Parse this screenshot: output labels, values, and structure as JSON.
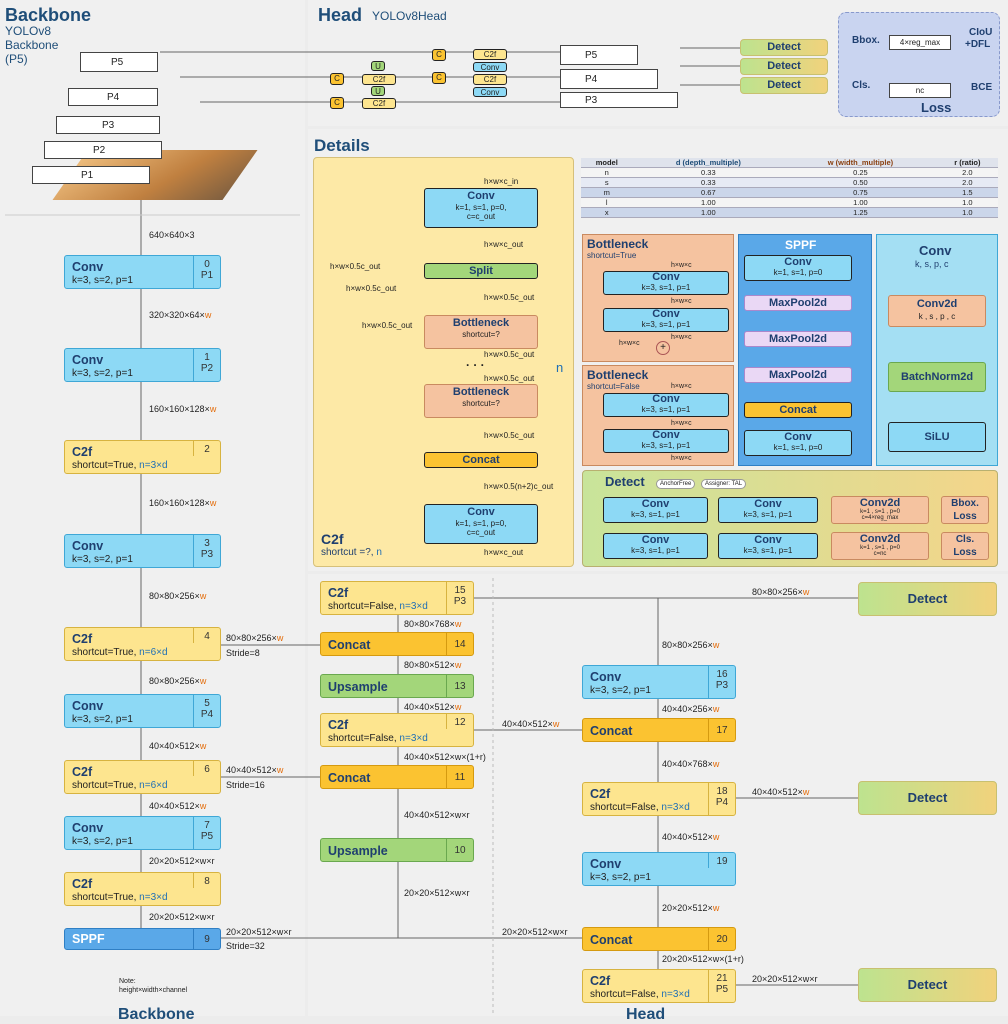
{
  "backbone": {
    "title": "Backbone",
    "sub1": "YOLOv8",
    "sub2": "Backbone",
    "sub3": "(P5)",
    "bottom_title": "Backbone",
    "levels": [
      "P5",
      "P4",
      "P3",
      "P2",
      "P1"
    ],
    "input": "640×640×3",
    "layers": [
      {
        "name": "Conv",
        "params": "k=3, s=2, p=1",
        "idx": "0",
        "p": "P1"
      },
      {
        "name": "Conv",
        "params": "k=3, s=2, p=1",
        "idx": "1",
        "p": "P2"
      },
      {
        "name": "C2f",
        "params": "shortcut=True, ",
        "nparam": "n=3×d",
        "idx": "2",
        "p": ""
      },
      {
        "name": "Conv",
        "params": "k=3, s=2, p=1",
        "idx": "3",
        "p": "P3"
      },
      {
        "name": "C2f",
        "params": "shortcut=True, ",
        "nparam": "n=6×d",
        "idx": "4",
        "p": ""
      },
      {
        "name": "Conv",
        "params": "k=3, s=2, p=1",
        "idx": "5",
        "p": "P4"
      },
      {
        "name": "C2f",
        "params": "shortcut=True, ",
        "nparam": "n=6×d",
        "idx": "6",
        "p": ""
      },
      {
        "name": "Conv",
        "params": "k=3, s=2, p=1",
        "idx": "7",
        "p": "P5"
      },
      {
        "name": "C2f",
        "params": "shortcut=True, ",
        "nparam": "n=3×d",
        "idx": "8",
        "p": ""
      },
      {
        "name": "SPPF",
        "params": "",
        "idx": "9",
        "p": ""
      }
    ],
    "edges": [
      "320×320×64×",
      "160×160×128×",
      "160×160×128×",
      "80×80×256×",
      "80×80×256×",
      "40×40×512×",
      "40×40×512×",
      "20×20×512×w×r",
      "20×20×512×w×r"
    ],
    "out4": "80×80×256×",
    "stride8": "Stride=8",
    "out6": "40×40×512×",
    "stride16": "Stride=16",
    "out9": "20×20×512×w×r",
    "stride32": "Stride=32",
    "note1": "Note:",
    "note2": "height×width×channel",
    "w": "w"
  },
  "head_top": {
    "title": "Head",
    "sub": "YOLOv8Head",
    "c": "C",
    "u": "U",
    "c2f": "C2f",
    "conv": "Conv",
    "levels": [
      "P5",
      "P4",
      "P3"
    ],
    "detect": "Detect",
    "loss_title": "Loss",
    "bbox": "Bbox.",
    "cls": "Cls.",
    "reg": "4×reg_max",
    "nc": "nc",
    "ciou": "CIoU",
    "dfl": "+DFL",
    "bce": "BCE"
  },
  "details": {
    "title": "Details",
    "c2f": {
      "in": "h×w×c_in",
      "conv": "Conv",
      "conv_p1": "k=1, s=1, p=0,",
      "conv_p2": "c=c_out",
      "e1": "h×w×c_out",
      "split": "Split",
      "s1": "h×w×0.5c_out",
      "s2": "h×w×0.5c_out",
      "s3": "h×w×0.5c_out",
      "e2": "h×w×0.5c_out",
      "bott": "Bottleneck",
      "bott_p": "shortcut=?",
      "e3": "h×w×0.5c_out",
      "e4": "h×w×0.5c_out",
      "e5": "h×w×0.5c_out",
      "concat": "Concat",
      "e6": "h×w×0.5(n+2)c_out",
      "out": "h×w×c_out",
      "dots": "· · ·",
      "n": "n",
      "name": "C2f",
      "sc": "shortcut =?, ",
      "sc_n": "n"
    },
    "table": {
      "headers": [
        "model",
        "d (depth_multiple)",
        "w (width_multiple)",
        "r (ratio)"
      ],
      "rows": [
        [
          "n",
          "0.33",
          "0.25",
          "2.0"
        ],
        [
          "s",
          "0.33",
          "0.50",
          "2.0"
        ],
        [
          "m",
          "0.67",
          "0.75",
          "1.5"
        ],
        [
          "l",
          "1.00",
          "1.00",
          "1.0"
        ],
        [
          "x",
          "1.00",
          "1.25",
          "1.0"
        ]
      ]
    },
    "bneck_t": {
      "title": "Bottleneck",
      "sc": "shortcut=True",
      "hwc": "h×w×c",
      "conv": "Conv",
      "p": "k=3, s=1, p=1"
    },
    "bneck_f": {
      "title": "Bottleneck",
      "sc": "shortcut=False",
      "hwc": "h×w×c",
      "conv": "Conv",
      "p": "k=3, s=1, p=1"
    },
    "sppf": {
      "title": "SPPF",
      "conv": "Conv",
      "p": "k=1, s=1, p=0",
      "mp": "MaxPool2d",
      "concat": "Concat"
    },
    "conv": {
      "title": "Conv",
      "p": "k, s,  p, c",
      "conv2d": "Conv2d",
      "conv2d_p": "k , s , p , c",
      "bn": "BatchNorm2d",
      "silu": "SiLU"
    },
    "detect": {
      "title": "Detect",
      "b1": "AnchorFree",
      "b2": "Assigner: TAL",
      "conv": "Conv",
      "p": "k=3, s=1, p=1",
      "conv2d": "Conv2d",
      "c2d_p": "k=1 , s=1 , p=0",
      "c2d_c1": "c=4×reg_max",
      "c2d_c2": "c=nc",
      "bbox": "Bbox.",
      "cls": "Cls.",
      "loss": "Loss"
    }
  },
  "head": {
    "bottom_title": "Head",
    "detect": "Detect",
    "layers": [
      {
        "name": "C2f",
        "params": "shortcut=False, ",
        "nparam": "n=3×d",
        "idx": "15",
        "p": "P3"
      },
      {
        "name": "Concat",
        "idx": "14"
      },
      {
        "name": "Upsample",
        "idx": "13"
      },
      {
        "name": "C2f",
        "params": "shortcut=False, ",
        "nparam": "n=3×d",
        "idx": "12",
        "p": ""
      },
      {
        "name": "Concat",
        "idx": "11"
      },
      {
        "name": "Upsample",
        "idx": "10"
      },
      {
        "name": "Conv",
        "params": "k=3, s=2, p=1",
        "idx": "16",
        "p": "P3"
      },
      {
        "name": "Concat",
        "idx": "17"
      },
      {
        "name": "C2f",
        "params": "shortcut=False, ",
        "nparam": "n=3×d",
        "idx": "18",
        "p": "P4"
      },
      {
        "name": "Conv",
        "params": "k=3, s=2, p=1",
        "idx": "19",
        "p": ""
      },
      {
        "name": "Concat",
        "idx": "20"
      },
      {
        "name": "C2f",
        "params": "shortcut=False, ",
        "nparam": "n=3×d",
        "idx": "21",
        "p": "P5"
      }
    ],
    "e": {
      "a": "80×80×768×",
      "b": "80×80×512×",
      "c": "40×40×512×",
      "d": "40×40×512×w×(1+r)",
      "e": "40×40×512×w×r",
      "f": "20×20×512×w×r",
      "g": "80×80×256×",
      "h": "80×80×256×",
      "i": "40×40×256×",
      "j": "40×40×512×",
      "k": "40×40×768×",
      "l": "40×40×512×",
      "m": "40×40×512×",
      "n": "20×20×512×",
      "o": "20×20×512×w×r",
      "p": "20×20×512×w×(1+r)",
      "q": "20×20×512×w×r"
    }
  }
}
